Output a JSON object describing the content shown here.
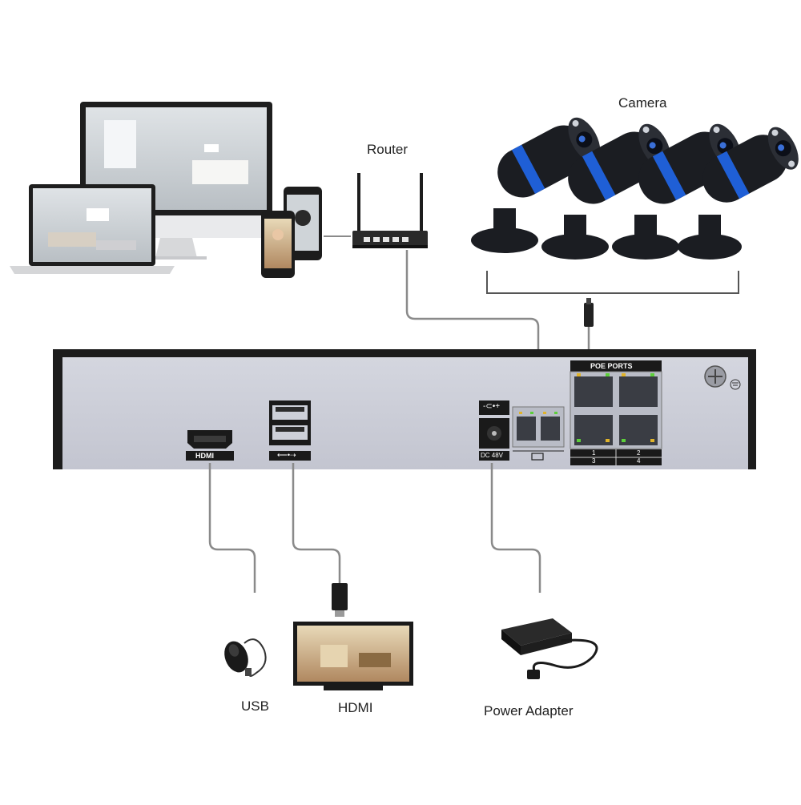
{
  "labels": {
    "camera": "Camera",
    "router": "Router",
    "usb": "USB",
    "hdmi": "HDMI",
    "power_adapter": "Power Adapter"
  },
  "nvr_panel": {
    "poe_ports_title": "POE   PORTS",
    "port_numbers": [
      "1",
      "2",
      "3",
      "4"
    ],
    "hdmi_port_label": "HDMI",
    "usb_port_label": "⟵•⇢",
    "dc_label": "DC 48V",
    "dc_polarity": "-⊂•+"
  },
  "colors": {
    "panel": "#c9cbd6",
    "panel_frame": "#1c1c1c",
    "camera_body": "#1b1d22",
    "camera_ring": "#1f5fd6",
    "cable": "#8a8a8a",
    "led_green": "#5ccf3a",
    "led_amber": "#e0b32a"
  },
  "icons": {
    "devices": [
      "imac-icon",
      "laptop-icon",
      "smartphone-icon"
    ],
    "router": "router-icon",
    "cameras": "bullet-camera-icon",
    "mouse": "mouse-icon",
    "monitor": "tv-monitor-icon",
    "usb_dongle": "usb-dongle-icon",
    "adapter": "power-adapter-icon",
    "ground": "ground-screw-icon"
  }
}
